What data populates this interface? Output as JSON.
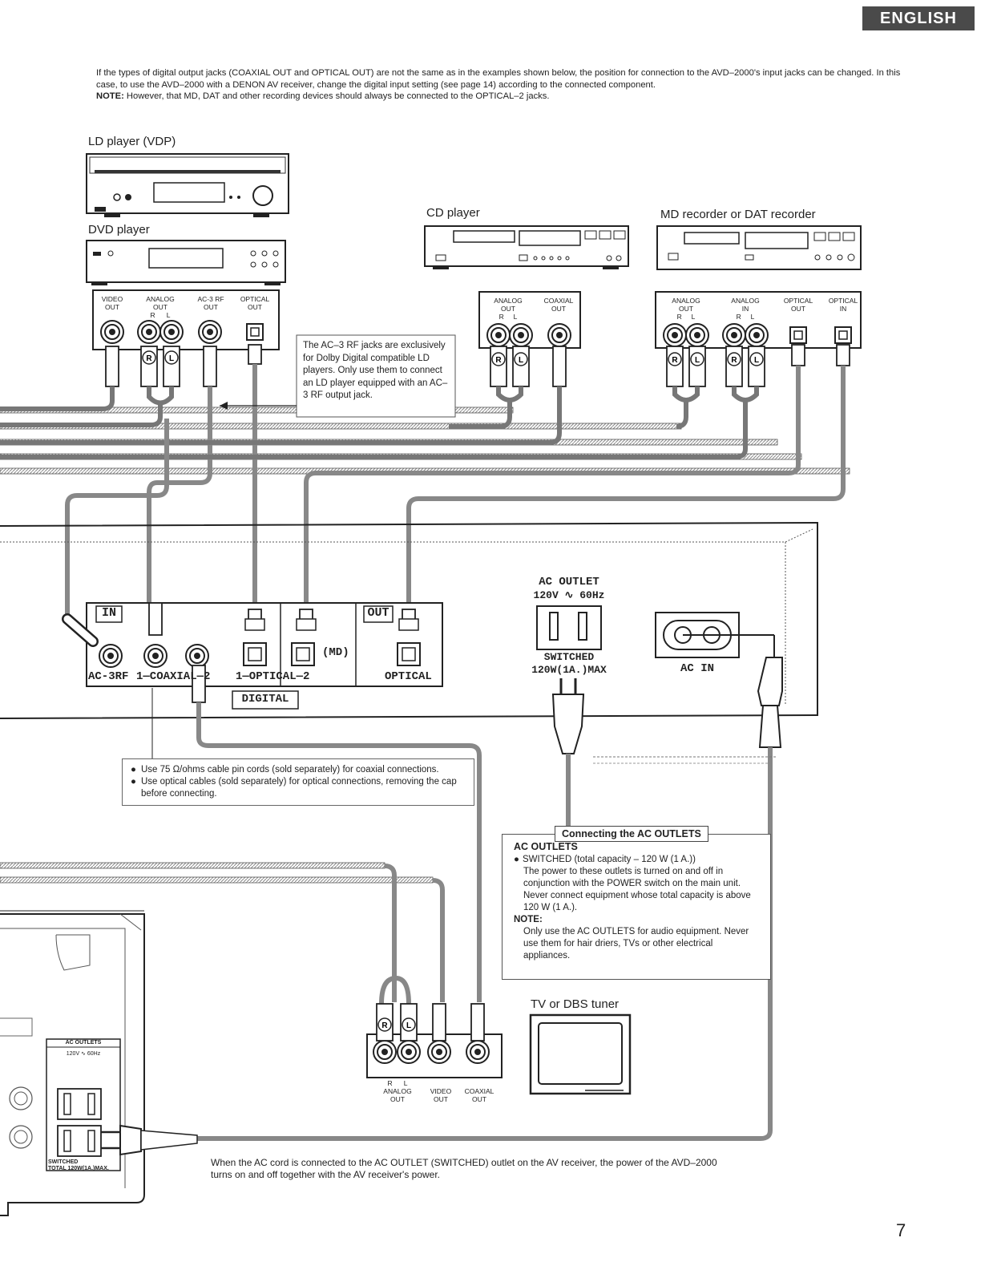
{
  "language_tab": "ENGLISH",
  "intro": {
    "paragraph": "If the types of digital output jacks (COAXIAL OUT and OPTICAL OUT) are not the same as in the examples shown below, the position for connection to the AVD–2000's input jacks can be changed. In this case, to use the AVD–2000 with a DENON AV receiver, change the digital input setting (see page 14) according to the connected component.",
    "note_label": "NOTE:",
    "note_text": "However, that MD, DAT and other recording devices should always be connected to the OPTICAL–2 jacks."
  },
  "devices": {
    "ld_player": "LD player (VDP)",
    "dvd_player": "DVD player",
    "cd_player": "CD player",
    "md_dat": "MD recorder or DAT recorder",
    "tv_dbs": "TV or DBS tuner"
  },
  "dvd_jacks": {
    "video_out": "VIDEO\nOUT",
    "analog_out": "ANALOG\nOUT\nR      L",
    "ac3rf_out": "AC-3 RF\nOUT",
    "optical_out": "OPTICAL\nOUT"
  },
  "cd_jacks": {
    "analog_out": "ANALOG\nOUT\nR     L",
    "coaxial_out": "COAXIAL\nOUT"
  },
  "md_jacks": {
    "analog_out": "ANALOG\nOUT\nR     L",
    "analog_in": "ANALOG\nIN\nR     L",
    "optical_out": "OPTICAL\nOUT",
    "optical_in": "OPTICAL\nIN"
  },
  "ac3_note": "The AC–3 RF jacks are exclusively for Dolby Digital compatible LD players. Only use them to connect an LD player equipped with an AC–3 RF output jack.",
  "unit_panel": {
    "in_label": "IN",
    "out_label": "OUT",
    "ac3rf": "AC-3RF",
    "coaxial": "1—COAXIAL—2",
    "optical_12": "1—OPTICAL—2",
    "md": "(MD)",
    "optical": "OPTICAL",
    "digital": "DIGITAL",
    "ac_outlet_title": "AC OUTLET",
    "ac_outlet_spec": "120V ∿ 60Hz",
    "switched": "SWITCHED",
    "switched_max": "120W(1A.)MAX",
    "ac_in": "AC IN"
  },
  "cable_notes": [
    "Use 75 Ω/ohms cable pin cords (sold separately) for coaxial connections.",
    "Use optical cables (sold separately) for optical connections, removing the cap before connecting."
  ],
  "ac_outlets_box": {
    "title": "Connecting the AC OUTLETS",
    "heading": "AC OUTLETS",
    "bullet": "SWITCHED (total capacity – 120 W (1 A.))",
    "body": "The power to these outlets is turned on and off in conjunction with the POWER switch on the main unit. Never connect equipment whose total capacity is above 120 W (1 A.).",
    "note_label": "NOTE:",
    "note_body": "Only use the AC OUTLETS for audio equipment. Never use them for hair driers, TVs or other electrical appliances."
  },
  "tv_jacks": {
    "rl": "R      L",
    "analog_out": "ANALOG\nOUT",
    "video_out": "VIDEO\nOUT",
    "coaxial_out": "COAXIAL\nOUT"
  },
  "receiver_panel": {
    "ac_outlets": "AC OUTLETS",
    "spec": "120V ∿ 60Hz",
    "switched": "SWITCHED",
    "total": "TOTAL 120W(1A.)MAX."
  },
  "footer_note": "When the AC cord is connected to the AC OUTLET (SWITCHED) outlet on the AV receiver, the power of the AVD–2000 turns on and off together with the AV receiver's power.",
  "page_number": "7"
}
